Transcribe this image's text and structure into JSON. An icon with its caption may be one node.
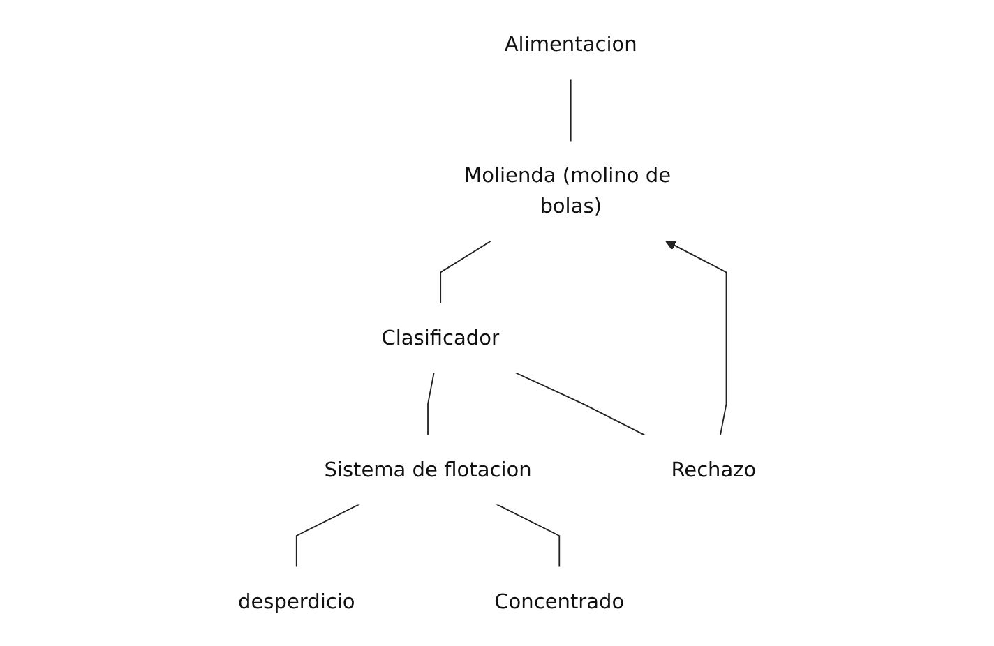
{
  "diagram": {
    "nodes": [
      {
        "text": [
          "Alimentacion"
        ]
      },
      {
        "text": [
          "Molienda (molino de bolas)"
        ]
      },
      {
        "text": [
          "Clasificador"
        ]
      },
      {
        "text": [
          "Sistema de flotacion"
        ]
      },
      {
        "text": [
          "Rechazo"
        ]
      },
      {
        "text": [
          "desperdicio"
        ]
      },
      {
        "text": [
          "Concentrado"
        ]
      }
    ],
    "edges": [
      {
        "from": 0,
        "to": 1,
        "arrow": "none"
      },
      {
        "from": 4,
        "to": 1,
        "arrow": "to"
      },
      {
        "from": 1,
        "to": 2,
        "arrow": "none"
      },
      {
        "from": 2,
        "to": 3,
        "arrow": "none"
      },
      {
        "from": 2,
        "to": 4,
        "arrow": "none"
      },
      {
        "from": 3,
        "to": 5,
        "arrow": "none"
      },
      {
        "from": 3,
        "to": 6,
        "arrow": "none"
      }
    ]
  }
}
